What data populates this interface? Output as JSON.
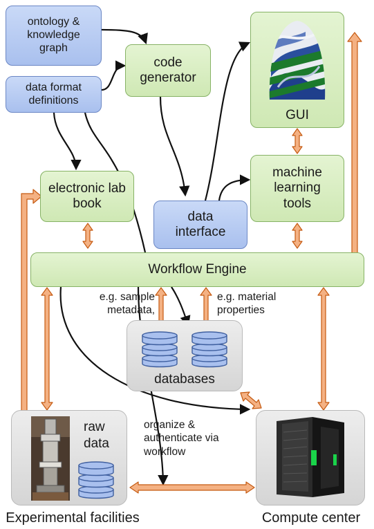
{
  "nodes": {
    "ontology": "ontology & knowledge graph",
    "data_format": "data format definitions",
    "code_generator": "code generator",
    "gui": "GUI",
    "electronic_lab_book": "electronic lab book",
    "data_interface": "data interface",
    "machine_learning_tools": "machine learning tools",
    "workflow_engine": "Workflow Engine",
    "databases": "databases",
    "raw_data": "raw data"
  },
  "labels": {
    "sample_metadata": "e.g. sample metadata,",
    "material_properties": "e.g. material properties",
    "organize_authenticate": "organize & authenticate via workflow"
  },
  "captions": {
    "experimental_facilities": "Experimental facilities",
    "compute_center": "Compute center"
  },
  "colors": {
    "blue_fill": "#b7cbf2",
    "green_fill": "#d8edc2",
    "grey_fill": "#e0e0e0",
    "orange_arrow": "#f4b183",
    "orange_outline": "#c55a11",
    "black_arrow": "#111111"
  }
}
